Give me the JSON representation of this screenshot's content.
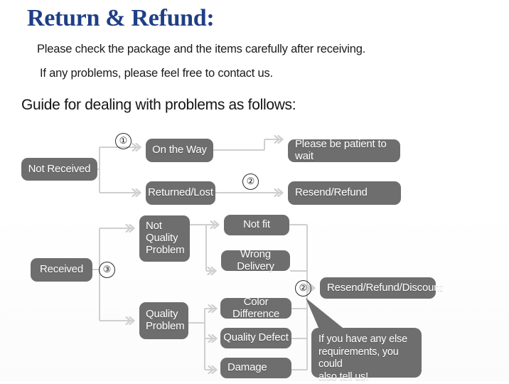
{
  "header": {
    "title": "Return & Refund:",
    "line1": "Please check the package and the items carefully after receiving.",
    "line2": "If any problems, please feel free to contact us.",
    "guide": "Guide for dealing with problems as follows:"
  },
  "colors": {
    "title": "#1f3f86",
    "node_fill": "#6e6e6e",
    "node_text": "#ffffff",
    "connector": "#cfcfcf",
    "page_bg": "#ffffff"
  },
  "flow": {
    "nodes": {
      "not_received": "Not Received",
      "on_the_way": "On the Way",
      "returned_lost": "Returned/Lost",
      "please_wait": "Please be patient to wait",
      "resend_refund": "Resend/Refund",
      "received": "Received",
      "not_quality_problem": "Not\nQuality\nProblem",
      "not_quality_problem_l1": "Not",
      "not_quality_problem_l2": "Quality",
      "not_quality_problem_l3": "Problem",
      "quality_problem_l1": "Quality",
      "quality_problem_l2": "Problem",
      "not_fit": "Not fit",
      "wrong_delivery": "Wrong Delivery",
      "color_difference": "Color Difference",
      "quality_defect": "Quality Defect",
      "damage": "Damage",
      "resend_refund_discount": "Resend/Refund/Discount"
    },
    "steps": {
      "s1": "①",
      "s2_top": "②",
      "s3": "③",
      "s2_bottom": "②"
    },
    "callout": {
      "line1": "If you have any else",
      "line2": "requirements, you could",
      "line3": "also tell us!"
    }
  }
}
